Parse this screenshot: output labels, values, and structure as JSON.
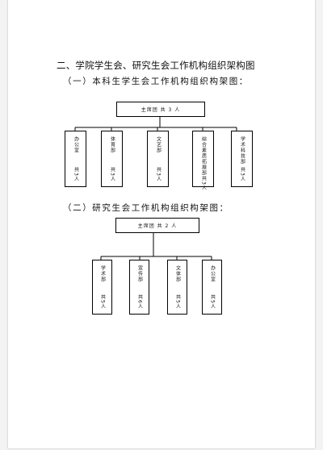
{
  "heading": "二、学院学生会、研究生会工作机构组织架构图",
  "undergrad": {
    "subheading": "（一）本科生学生会工作机构组织构架图：",
    "root": "主席团 共 3 人",
    "departments": [
      {
        "name": "办公室",
        "count": "共3人"
      },
      {
        "name": "体育部",
        "count": "共3人"
      },
      {
        "name": "文艺部",
        "count": "共3人"
      },
      {
        "name": "綜合素质拓展部",
        "count": "共3人"
      },
      {
        "name": "学术科技部",
        "count": "共3人"
      }
    ]
  },
  "grad": {
    "subheading": "（二）研究生会工作机构组织构架图：",
    "root": "主席团 共 2 人",
    "departments": [
      {
        "name": "学术部",
        "count": "共5人"
      },
      {
        "name": "宣传部",
        "count": "共6人"
      },
      {
        "name": "文体部",
        "count": "共5人"
      },
      {
        "name": "办公室",
        "count": "共5人"
      }
    ]
  }
}
